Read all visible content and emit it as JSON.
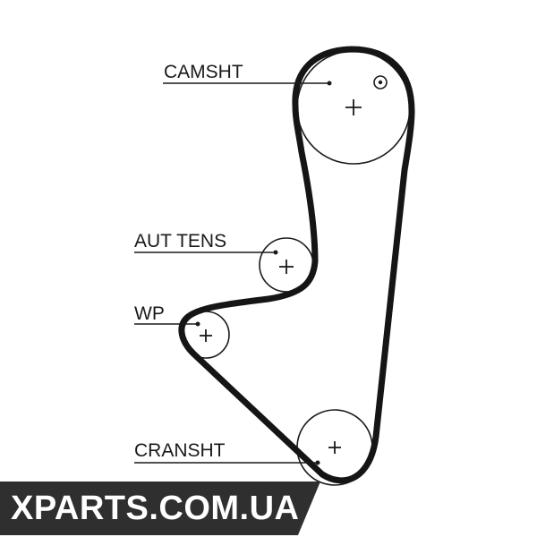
{
  "diagram": {
    "labels": {
      "camshaft": "CAMSHT",
      "tensioner": "AUT TENS",
      "water_pump": "WP",
      "crankshaft": "CRANSHT"
    }
  },
  "watermark": {
    "text": "XPARTS.COM.UA"
  },
  "colors": {
    "line": "#1a1a1a",
    "watermark_bg": "#2f2f2f",
    "watermark_text": "#ffffff"
  }
}
